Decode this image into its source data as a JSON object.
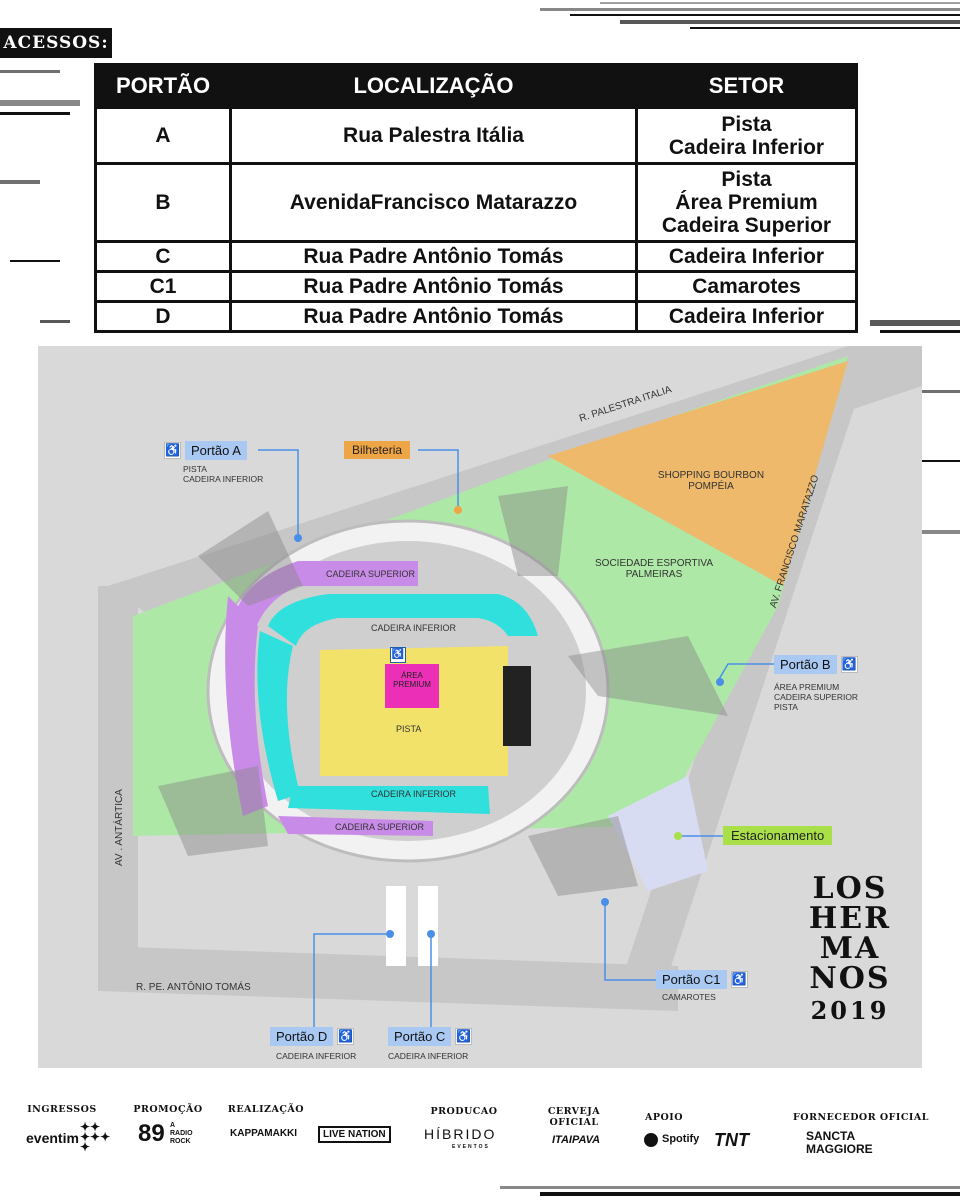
{
  "header": {
    "title": "ACESSOS:"
  },
  "table": {
    "headers": [
      "PORTÃO",
      "LOCALIZAÇÃO",
      "SETOR"
    ],
    "rows": [
      {
        "gate": "A",
        "location": "Rua Palestra Itália",
        "sectors": [
          "Pista",
          "Cadeira Inferior"
        ]
      },
      {
        "gate": "B",
        "location": "AvenidaFrancisco Matarazzo",
        "sectors": [
          "Pista",
          "Área Premium",
          "Cadeira Superior"
        ]
      },
      {
        "gate": "C",
        "location": "Rua Padre Antônio Tomás",
        "sectors": [
          "Cadeira Inferior"
        ]
      },
      {
        "gate": "C1",
        "location": "Rua Padre Antônio Tomás",
        "sectors": [
          "Camarotes"
        ]
      },
      {
        "gate": "D",
        "location": "Rua Padre Antônio Tomás",
        "sectors": [
          "Cadeira Inferior"
        ]
      }
    ]
  },
  "map": {
    "streets": {
      "palestra": "R. PALESTRA ITALIA",
      "matarazzo": "AV. FRANCISCO MARATAZZO",
      "antartica": "AV . ANTÁRTICA",
      "antonio": "R. PE. ANTÔNIO TOMÁS"
    },
    "areas": {
      "shopping": "SHOPPING BOURBON POMPÉIA",
      "sociedade": "SOCIEDADE ESPORTIVA PALMEIRAS",
      "cadeira_superior_top": "CADEIRA SUPERIOR",
      "cadeira_inferior_top": "CADEIRA INFERIOR",
      "area_premium": "ÁREA PREMIUM",
      "pista": "PISTA",
      "cadeira_inferior_bottom": "CADEIRA INFERIOR",
      "cadeira_superior_bottom": "CADEIRA SUPERIOR"
    },
    "tags": {
      "bilheteria": "Bilheteria",
      "estacionamento": "Estacionamento"
    },
    "gates": {
      "a": {
        "name": "Portão A",
        "sub": "PISTA\nCADEIRA INFERIOR"
      },
      "b": {
        "name": "Portão B",
        "sub": "ÁREA PREMIUM\nCADEIRA SUPERIOR\nPISTA"
      },
      "c1": {
        "name": "Portão C1",
        "sub": "CAMAROTES"
      },
      "d": {
        "name": "Portão D",
        "sub": "CADEIRA INFERIOR"
      },
      "c": {
        "name": "Portão C",
        "sub": "CADEIRA INFERIOR"
      }
    },
    "accessibility_icon": "♿",
    "colors": {
      "grass": "#aee8a7",
      "shopping": "#eeb96a",
      "superior": "#c98be8",
      "inferior": "#2fe0dd",
      "pista": "#f2e26a",
      "premium": "#ec2fb7",
      "gate": "#a9c8f2",
      "bilheteria": "#eea545",
      "estacionamento": "#a9e04a"
    }
  },
  "band_logo": {
    "lines": [
      "LOS",
      "HER",
      "MA",
      "NOS"
    ],
    "year": "2019"
  },
  "sponsors": {
    "ingressos": {
      "label": "INGRESSOS",
      "logo": "eventim"
    },
    "promocao": {
      "label": "PROMOÇÃO",
      "logo": "89",
      "logo2": "A RADIO ROCK"
    },
    "realizacao": {
      "label": "REALIZAÇÃO",
      "logo": "KAPPAMAKKI",
      "logo2": "LIVE NATION"
    },
    "producao": {
      "label": "PRODUCAO",
      "logo": "HÍBRIDO",
      "sub": "EVENTOS"
    },
    "cerveja": {
      "label": "CERVEJA OFICIAL",
      "logo": "ITAIPAVA"
    },
    "apoio": {
      "label": "APOIO",
      "logo": "Spotify",
      "logo2": "TNT"
    },
    "fornecedor": {
      "label": "FORNECEDOR OFICIAL",
      "logo": "SANCTA MAGGIORE"
    }
  }
}
